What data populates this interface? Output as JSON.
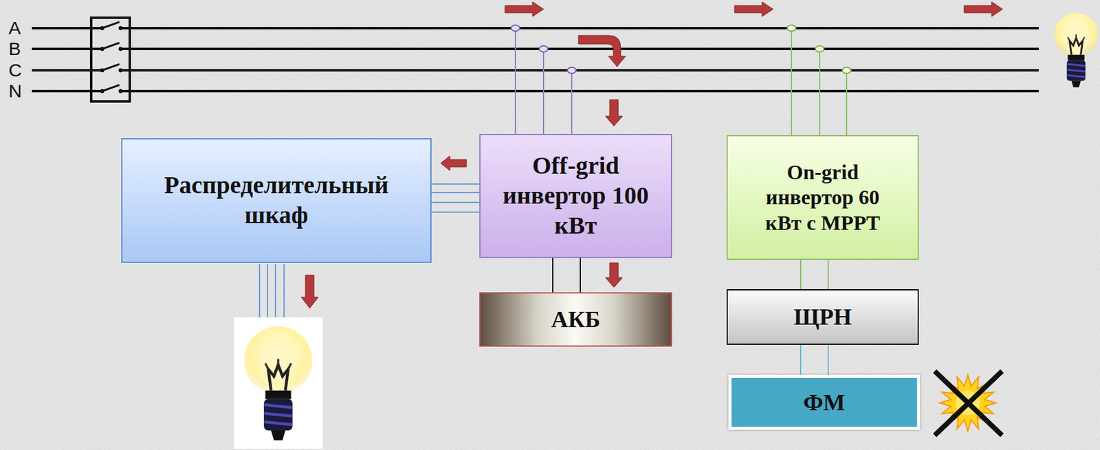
{
  "diagram": {
    "nodes": [
      {
        "text": [
          "Распределительный шкаф"
        ]
      },
      {
        "text": [
          "Off-grid инвертор 100 кВт"
        ]
      },
      {
        "text": [
          "On-grid инвертор 60 кВт с MPPT"
        ]
      },
      {
        "text": [
          "АКБ"
        ]
      },
      {
        "text": [
          "ЩРН"
        ]
      },
      {
        "text": [
          "ФМ"
        ]
      }
    ],
    "edges": [
      {
        "from": 1,
        "to": 0,
        "arrow": "none"
      },
      {
        "from": 1,
        "to": 3,
        "arrow": "none"
      },
      {
        "from": 2,
        "to": 4,
        "arrow": "none"
      },
      {
        "from": 4,
        "to": 5,
        "arrow": "none"
      }
    ],
    "labels": [
      "A",
      "B",
      "C",
      "N"
    ]
  }
}
